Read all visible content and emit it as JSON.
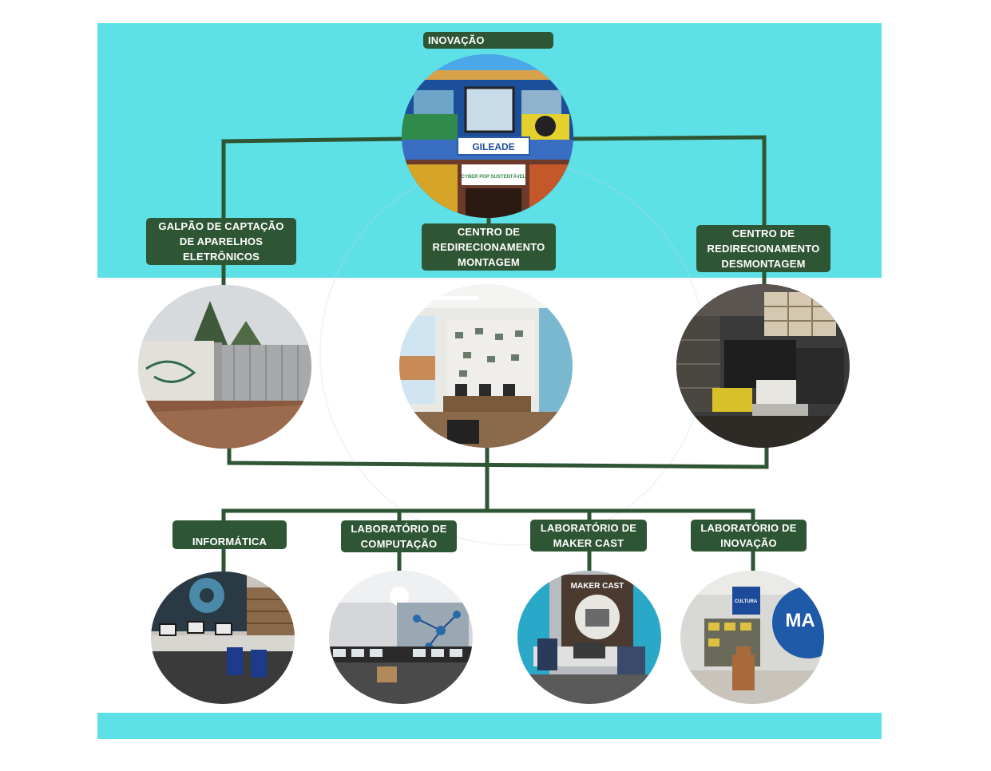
{
  "title_label": "INOVAÇÃO",
  "root": {
    "photo": "gileade-building-photo",
    "sign_text": "GILEADE",
    "sign2_text": "CYBER POP SUSTENTÁVEL"
  },
  "level1": [
    {
      "label": "GALPÃO DE CAPTAÇÃO\nDE APARELHOS\nELETRÔNICOS",
      "photo": "warehouse-gate-photo"
    },
    {
      "label": "CENTRO DE\nREDIRECIONAMENTO\nMONTAGEM",
      "photo": "assembly-room-photo"
    },
    {
      "label": "CENTRO DE\nREDIRECIONAMENTO\nDESMONTAGEM",
      "photo": "disassembly-room-photo"
    }
  ],
  "level2": [
    {
      "label": "INFORMÁTICA",
      "photo": "informatics-lab-photo"
    },
    {
      "label": "LABORATÓRIO DE\nCOMPUTAÇÃO",
      "photo": "computing-lab-photo"
    },
    {
      "label": "LABORATÓRIO DE\nMAKER CAST",
      "photo": "maker-cast-lab-photo",
      "sign_text": "MAKER CAST"
    },
    {
      "label": "LABORATÓRIO DE\nINOVAÇÃO",
      "photo": "innovation-lab-photo",
      "sign_text": "CULTURA"
    }
  ],
  "colors": {
    "band": "#5de0e6",
    "label_bg": "#2f5634",
    "connector": "#2f5634"
  }
}
